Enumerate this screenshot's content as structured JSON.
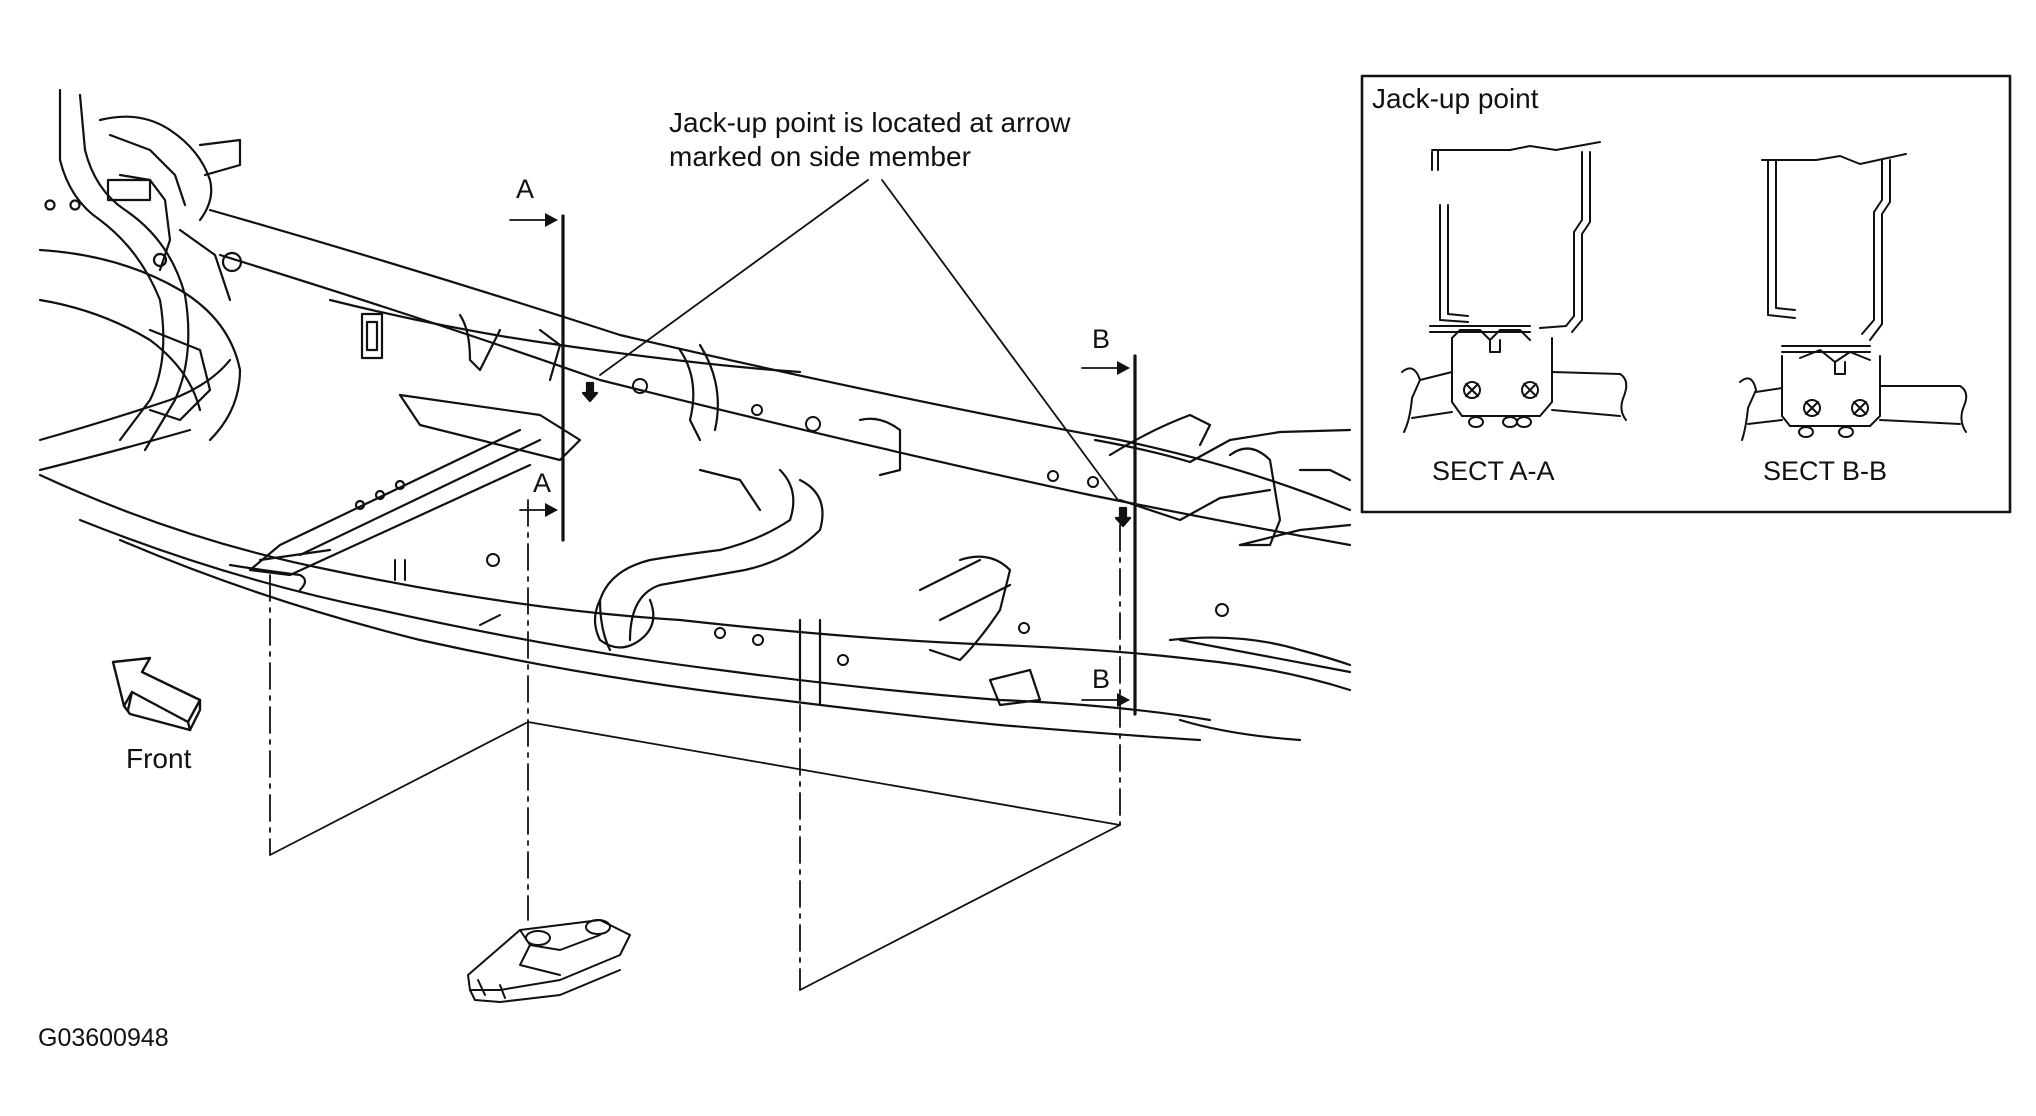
{
  "callout": {
    "line1": "Jack-up point is located at arrow",
    "line2": "marked on side member"
  },
  "inset": {
    "title": "Jack-up point",
    "section_a_caption": "SECT A-A",
    "section_b_caption": "SECT B-B"
  },
  "section_markers": {
    "a_top": "A",
    "a_bottom": "A",
    "b_top": "B",
    "b_bottom": "B"
  },
  "front_label": "Front",
  "figure_code": "G03600948",
  "colors": {
    "line": "#111111",
    "background": "#ffffff"
  },
  "icons": {
    "front_arrow": "front-direction-arrow-icon",
    "jack": "floor-jack-icon"
  }
}
